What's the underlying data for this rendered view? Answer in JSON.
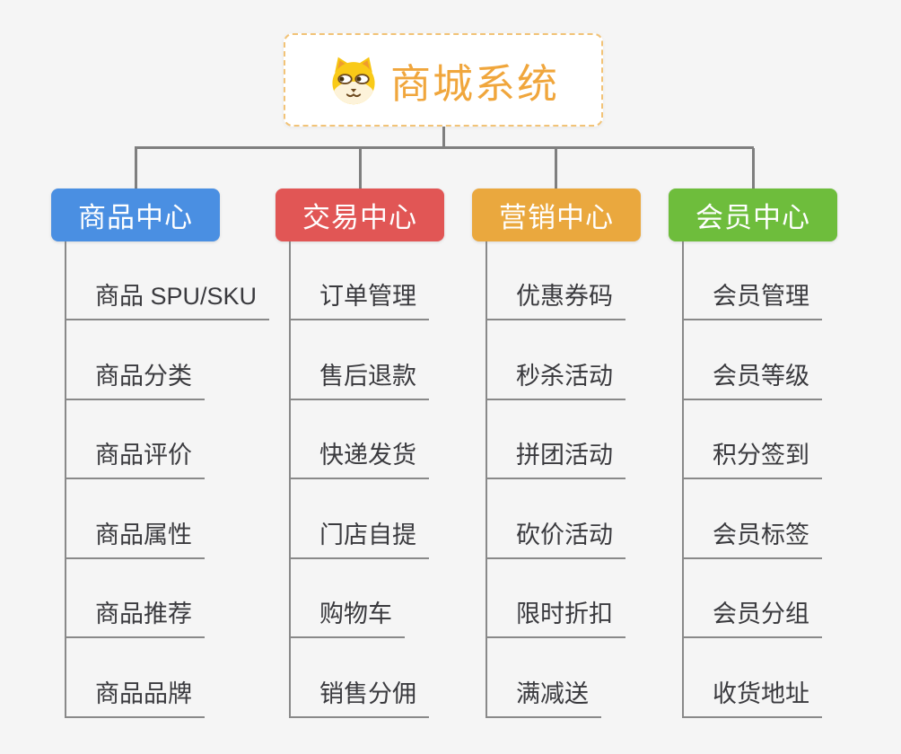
{
  "canvas": {
    "background": "#f5f5f5",
    "line_color": "#7f7f7f"
  },
  "root": {
    "title": "商城系统",
    "icon": "shiba-dog-icon",
    "title_color": "#f0a63c",
    "border_color": "#f2c377"
  },
  "branches": [
    {
      "label": "商品中心",
      "color": "#4a8fe2",
      "items": [
        "商品 SPU/SKU",
        "商品分类",
        "商品评价",
        "商品属性",
        "商品推荐",
        "商品品牌"
      ]
    },
    {
      "label": "交易中心",
      "color": "#e15655",
      "items": [
        "订单管理",
        "售后退款",
        "快递发货",
        "门店自提",
        "购物车",
        "销售分佣"
      ]
    },
    {
      "label": "营销中心",
      "color": "#eaa83e",
      "items": [
        "优惠券码",
        "秒杀活动",
        "拼团活动",
        "砍价活动",
        "限时折扣",
        "满减送"
      ]
    },
    {
      "label": "会员中心",
      "color": "#6ebd3c",
      "items": [
        "会员管理",
        "会员等级",
        "积分签到",
        "会员标签",
        "会员分组",
        "收货地址"
      ]
    }
  ]
}
